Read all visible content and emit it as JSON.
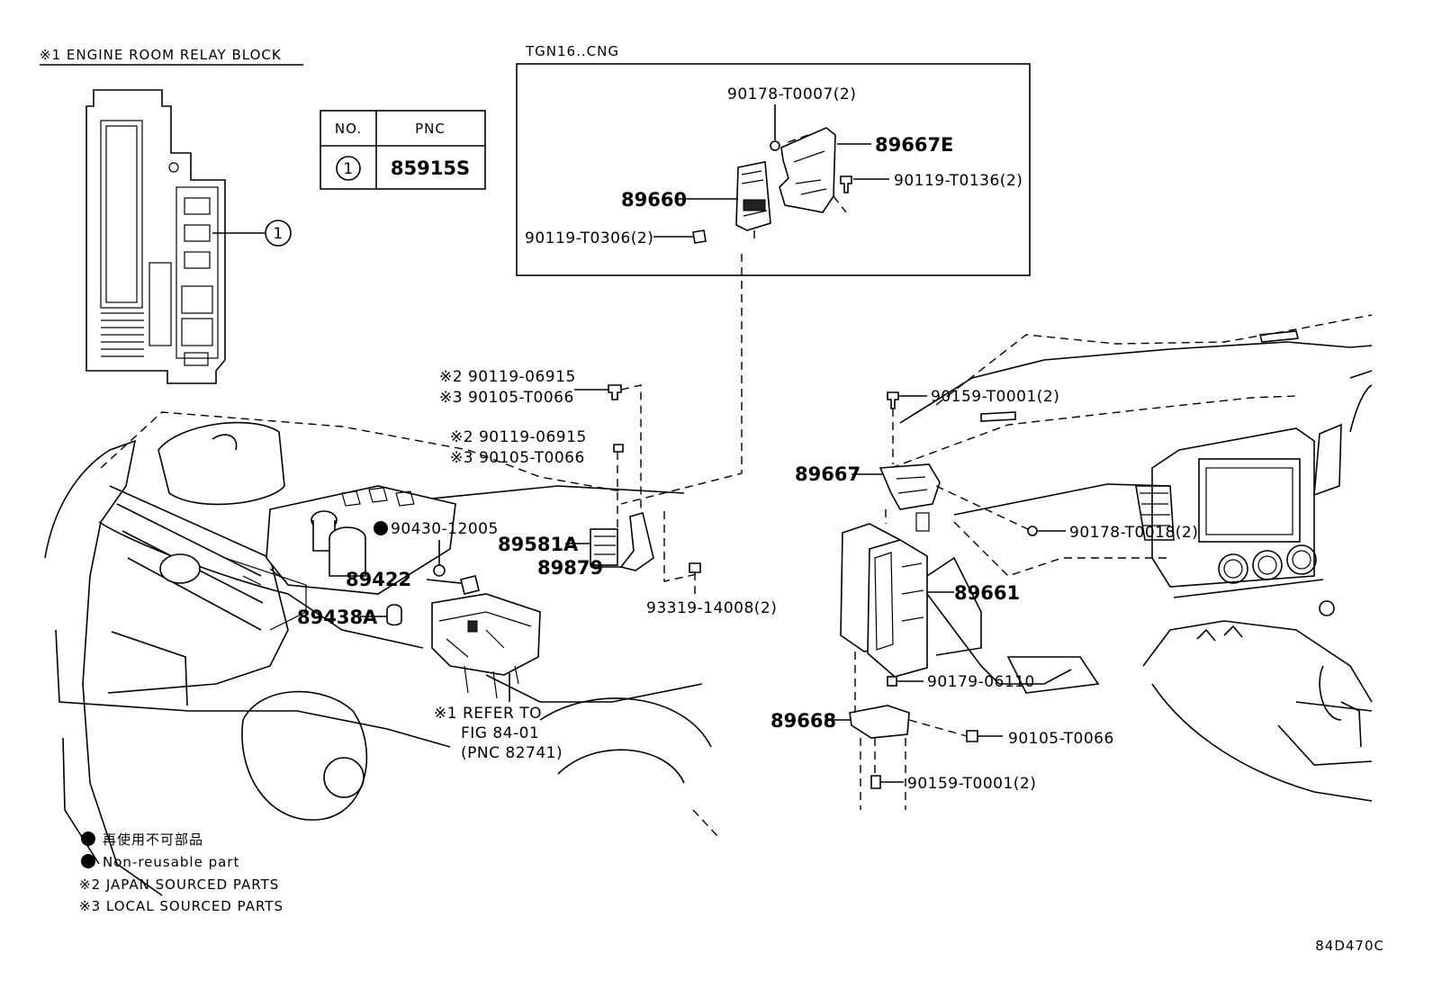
{
  "header": {
    "relay_block_title": "※1 ENGINE ROOM RELAY BLOCK",
    "variant_box_title": "TGN16..CNG"
  },
  "pnc_table": {
    "col_no": "NO.",
    "col_pnc": "PNC",
    "row_no": "1",
    "row_pnc": "85915S"
  },
  "relay_callout": "1",
  "variant_labels": {
    "l1": "90178-T0007(2)",
    "l2": "89667E",
    "l3": "90119-T0136(2)",
    "l4": "89660",
    "l5": "90119-T0306(2)"
  },
  "engine_labels": {
    "j1": "※2 90119-06915",
    "k1": "※3 90105-T0066",
    "j2": "※2 90119-06915",
    "k2": "※3 90105-T0066",
    "nr": "90430-12005",
    "p1": "89581A",
    "p2": "89879",
    "p3": "89422",
    "p4": "89438A",
    "p5": "93319-14008(2)",
    "ref1": "※1 REFER TO",
    "ref2": "FIG 84-01",
    "ref3": "(PNC 82741)"
  },
  "dash_labels": {
    "a1": "90159-T0001(2)",
    "a2": "89667",
    "a3": "90178-T0018(2)",
    "a4": "89661",
    "a5": "90179-06110",
    "a6": "89668",
    "a7": "90105-T0066",
    "a8": "90159-T0001(2)"
  },
  "legend": {
    "nonreuse_jp": "再使用不可部品",
    "nonreuse_en": "Non-reusable part",
    "japan": "※2 JAPAN SOURCED PARTS",
    "local": "※3 LOCAL SOURCED PARTS"
  },
  "figure_code": "84D470C"
}
